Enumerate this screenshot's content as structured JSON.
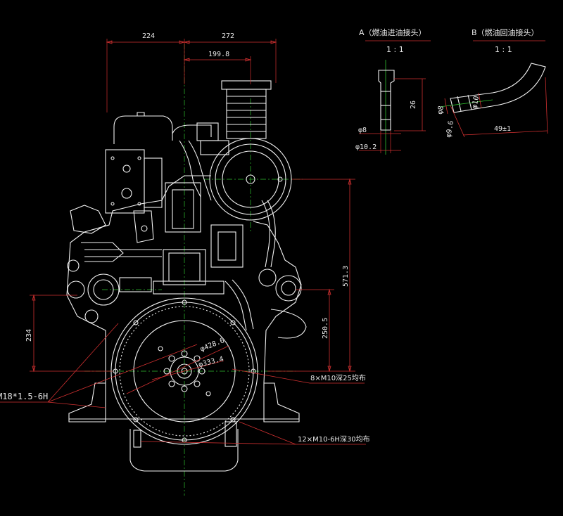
{
  "dimensions": {
    "top_left": "224",
    "top_right": "272",
    "top_inner": "199.8",
    "height_overall": "571.3",
    "height_mid": "250.5",
    "height_left": "234",
    "dia_outer": "φ428.6",
    "dia_inner": "φ333.4"
  },
  "callouts": {
    "thread_left": "M18*1.5-6H",
    "holes_top": "8×M10深25均布",
    "holes_bottom": "12×M10-6H深30均布"
  },
  "detail_a": {
    "title": "A（燃油进油接头）",
    "scale": "1 : 1",
    "dim_d8": "φ8",
    "dim_d10": "φ10.2",
    "dim_26": "26"
  },
  "detail_b": {
    "title": "B（燃油回油接头）",
    "scale": "1 : 1",
    "dim_d8": "φ8",
    "dim_d10": "φ10",
    "dim_d9": "φ9.6",
    "dim_49": "49±1"
  },
  "colors": {
    "background": "#000000",
    "geometry": "#f2f2f2",
    "dimension": "#d03030",
    "centerline": "#30c030"
  }
}
